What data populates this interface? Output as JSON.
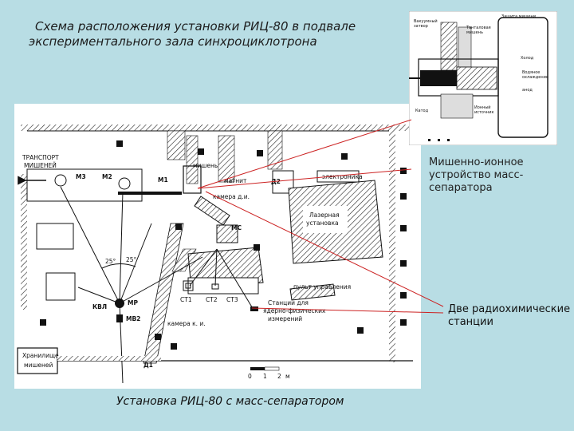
{
  "slide": {
    "title_line1": "Схема расположения установки РИЦ-80 в подвале",
    "title_line2": "экспериментального зала синхроциклотрона",
    "caption": "Установка РИЦ-80 с масс-сепаратором",
    "callout_ion_source": "Мишенно-ионное устройство масс-сепаратора",
    "callout_stations": "Две радиохимические станции"
  },
  "colors": {
    "background": "#b8dde4",
    "callout_line": "#cc2222",
    "drawing_ink": "#111111"
  },
  "plan": {
    "labels": {
      "transport": "ТРАНСПОРТ",
      "targets": "МИШЕНЕЙ",
      "m3": "М3",
      "m2": "М2",
      "m1": "М1",
      "target": "мишень",
      "magnet": "магнит",
      "camera_di": "камера д.и.",
      "d2": "Д2",
      "electronics": "электроника",
      "laser1": "Лазерная",
      "laser2": "установка",
      "ms": "МС",
      "angle_left": "25°",
      "angle_right": "25°",
      "mr": "МР",
      "kvl": "КВЛ",
      "mv2": "МВ2",
      "st1": "СТ1",
      "st2": "СТ2",
      "st3": "СТ3",
      "camera_ki": "камера к. и.",
      "stations1": "Станции для",
      "stations2": "ядерно-физических",
      "stations3": "измерений",
      "control": "пульт управления",
      "storage1": "Хранилище",
      "storage2": "мишеней",
      "d1": "Д1",
      "scale0": "0",
      "scale1": "1",
      "scale2": "2",
      "scale_unit": "м"
    }
  },
  "inset": {
    "labels": {
      "vacuum1": "Вакуумный",
      "vacuum2": "затвор",
      "tungsten1": "Танталовая",
      "tungsten2": "мишень",
      "shield": "Защита мишени",
      "cold": "Холод",
      "water1": "Водяное",
      "water2": "охлаждение",
      "cathode": "Катод",
      "holder": "Ионный",
      "ion": "источник",
      "anode": "анод"
    }
  }
}
